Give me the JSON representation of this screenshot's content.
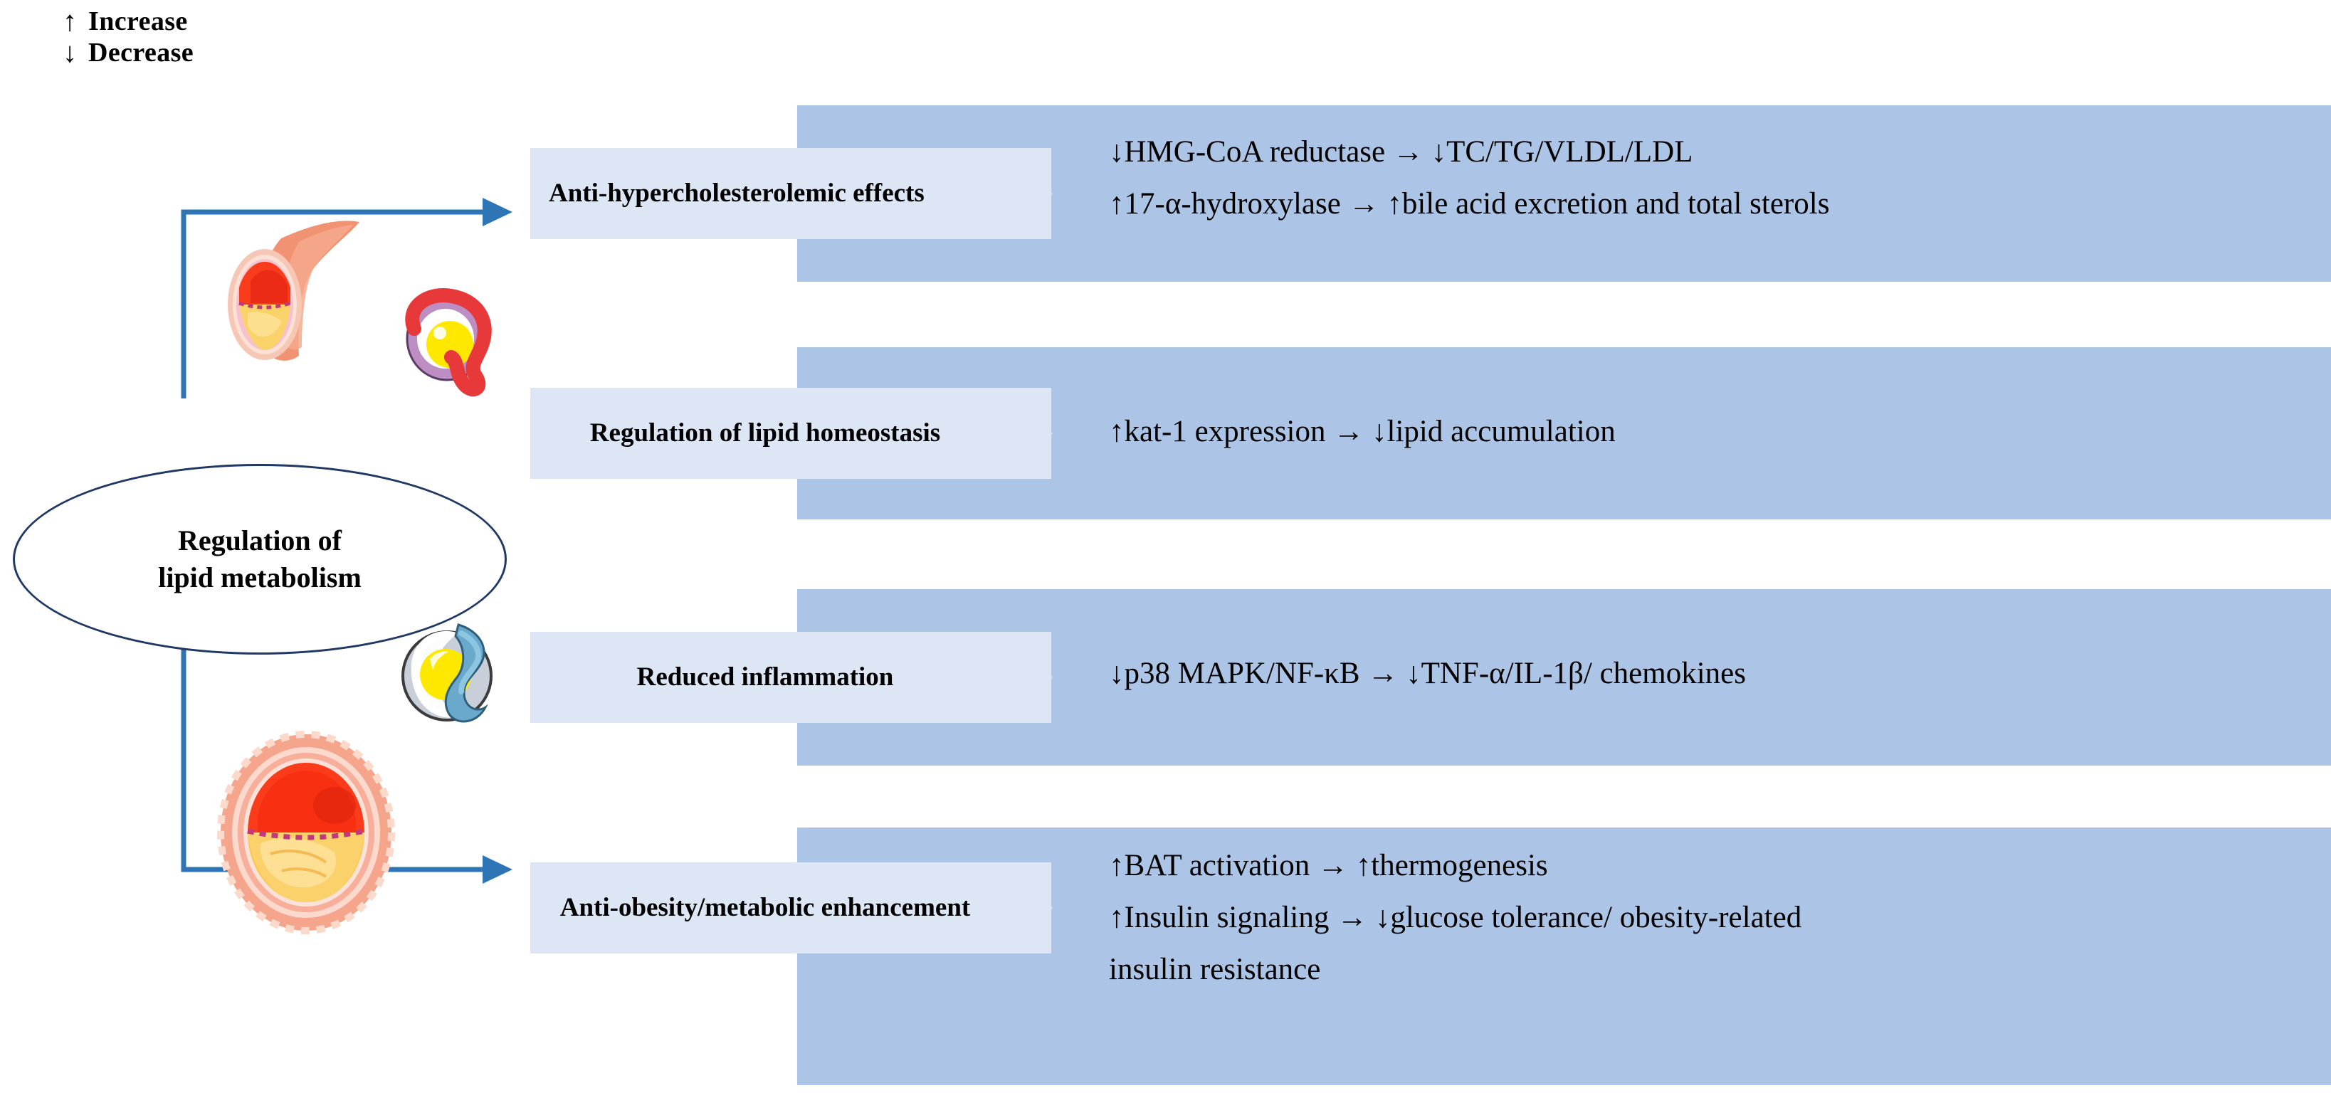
{
  "legend": {
    "items": [
      {
        "symbol": "↑",
        "label": "Increase",
        "icon": "up-arrow-icon"
      },
      {
        "symbol": "↓",
        "label": "Decrease",
        "icon": "down-arrow-icon"
      }
    ]
  },
  "center_node": {
    "line1": "Regulation of",
    "line2": "lipid metabolism"
  },
  "colors": {
    "band": "#acc5e6",
    "chevron": "#dce6f4",
    "connector": "#2e75b6",
    "ellipse_border": "#1f3864",
    "text": "#000000"
  },
  "rows": [
    {
      "label": "Anti-hypercholesterolemic effects",
      "label_align": "left",
      "lines": [
        "↓HMG-CoA reductase → ↓TC/TG/VLDL/LDL",
        "↑17-α-hydroxylase → ↑bile acid excretion and total sterols"
      ]
    },
    {
      "label": "Regulation of lipid homeostasis",
      "label_align": "center",
      "lines": [
        "↑kat-1 expression → ↓lipid accumulation"
      ]
    },
    {
      "label": "Reduced inflammation",
      "label_align": "center",
      "lines": [
        "↓p38 MAPK/NF-κB → ↓TNF-α/IL-1β/ chemokines"
      ]
    },
    {
      "label": "Anti-obesity/metabolic enhancement",
      "label_align": "center",
      "lines": [
        "↑BAT activation → ↑thermogenesis",
        "↑Insulin signaling → ↓glucose tolerance/ obesity-related",
        " insulin resistance"
      ]
    }
  ],
  "illustrations": [
    {
      "name": "artery-plaque-longitudinal-icon"
    },
    {
      "name": "blood-vessel-lipid-icon"
    },
    {
      "name": "adipocyte-lipid-droplet-icon"
    },
    {
      "name": "artery-plaque-cross-section-icon"
    }
  ]
}
